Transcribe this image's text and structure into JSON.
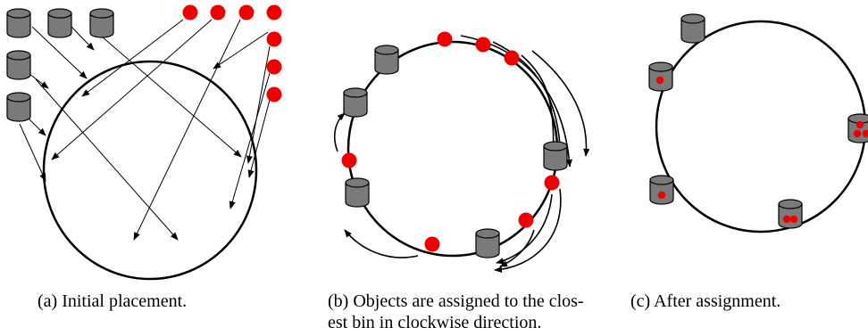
{
  "colors": {
    "bin_fill": "#7a7a7a",
    "bin_stroke": "#000000",
    "object_fill": "#ee0000",
    "ring_stroke": "#000000",
    "background": "#ffffff"
  },
  "captions": {
    "a": "(a) Initial placement.",
    "b": "(b) Objects are assigned to the clos-\nest bin in clockwise direction.",
    "c": "(c) After assignment."
  },
  "panels": [
    {
      "id": "a",
      "name": "initial-placement",
      "bins": 5,
      "objects": 7
    },
    {
      "id": "b",
      "name": "clockwise-assignment",
      "bins": 5,
      "objects": 7
    },
    {
      "id": "c",
      "name": "after-assignment",
      "bins": 5,
      "objects_per_bin": [
        0,
        1,
        3,
        1,
        2
      ]
    }
  ]
}
